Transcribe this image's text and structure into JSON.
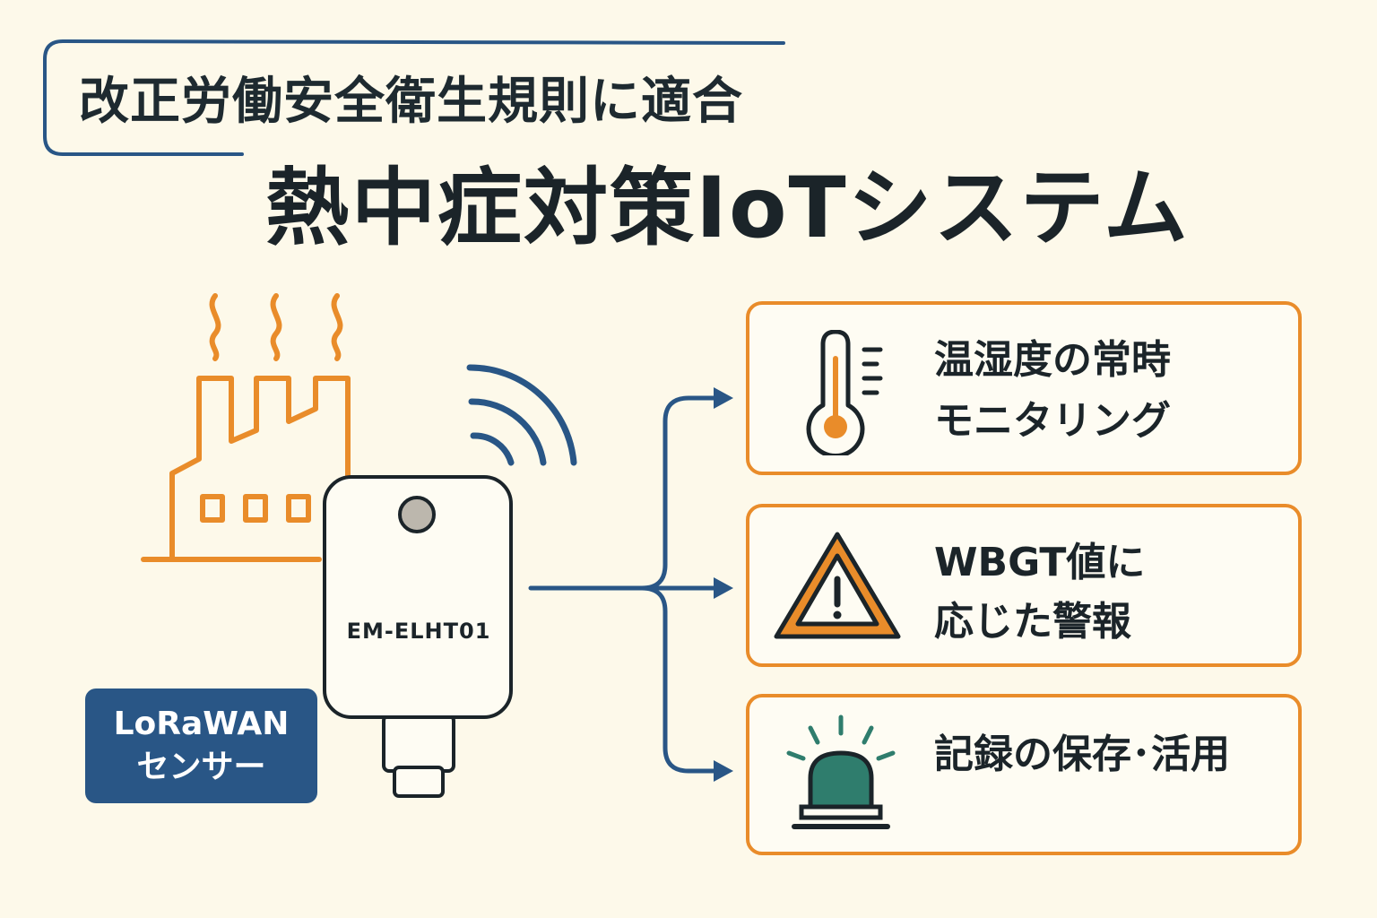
{
  "header": {
    "subtitle": "改正労働安全衛生規則に適合",
    "title": "熱中症対策IoTシステム"
  },
  "device": {
    "model": "EM-ELHT01"
  },
  "badge": {
    "line1": "LoRaWAN",
    "line2": "センサー"
  },
  "features": [
    {
      "icon": "thermometer-icon",
      "line1": "温湿度の常時",
      "line2": "モニタリング"
    },
    {
      "icon": "warning-icon",
      "line1": "WBGT値に",
      "line2": "応じた警報"
    },
    {
      "icon": "siren-icon",
      "line1": "記録の保存･活用",
      "line2": ""
    }
  ],
  "colors": {
    "background": "#fdf9ea",
    "accent_orange": "#e98c2a",
    "accent_blue": "#295686",
    "siren_green": "#2f7d6d",
    "text": "#1b2429"
  }
}
